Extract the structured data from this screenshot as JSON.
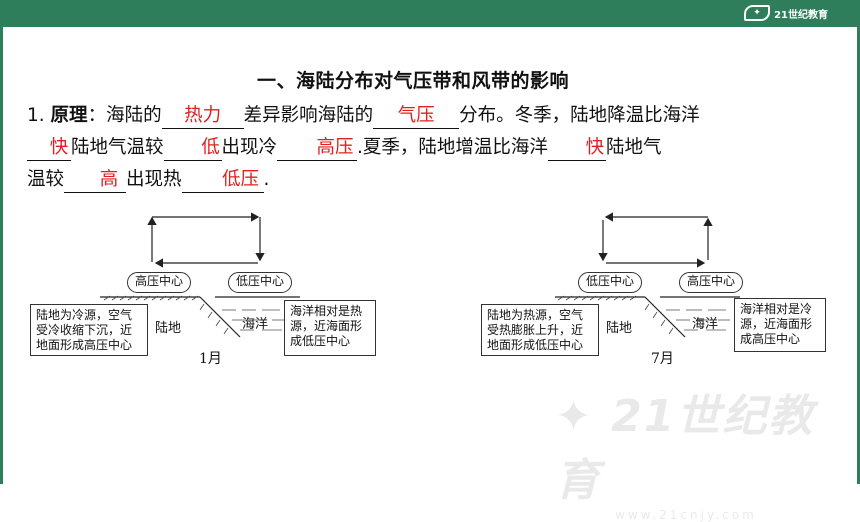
{
  "header": {
    "logo_text": "21世纪教育"
  },
  "title": "一、海陆分布对气压带和风带的影响",
  "principle": {
    "number": "1.",
    "label": "原理",
    "colon": "：",
    "seg1": "海陆的",
    "ans_heat_force": "热力",
    "seg2": "差异影响海陆的",
    "ans_pressure": "气压",
    "seg3": "分布。冬季，陆地降温比海洋",
    "ans_fast1": "快",
    "seg4": "陆地气温较",
    "ans_low1": "低",
    "seg5": "出现冷",
    "ans_high1": "高压",
    "seg5b": ".",
    "seg6": "夏季，陆地增温比海洋",
    "ans_fast2": "快",
    "seg7": "陆地气",
    "seg8": "温较",
    "ans_high2": "高",
    "seg9": "出现热",
    "ans_low2": "低压",
    "seg10": "."
  },
  "diagram_jan": {
    "center_left": "高压中心",
    "center_right": "低压中心",
    "note_left": "陆地为冷源，空气受冷收缩下沉，近地面形成高压中心",
    "land": "陆地",
    "sea": "海洋",
    "note_right": "海洋相对是热源，近海面形成低压中心",
    "month": "1月"
  },
  "diagram_jul": {
    "center_left": "低压中心",
    "center_right": "高压中心",
    "note_left": "陆地为热源，空气受热膨胀上升，近地面形成低压中心",
    "land": "陆地",
    "sea": "海洋",
    "note_right": "海洋相对是冷源，近海面形成高压中心",
    "month": "7月"
  },
  "colors": {
    "frame": "#2e7d5b",
    "answer": "#e02020"
  }
}
